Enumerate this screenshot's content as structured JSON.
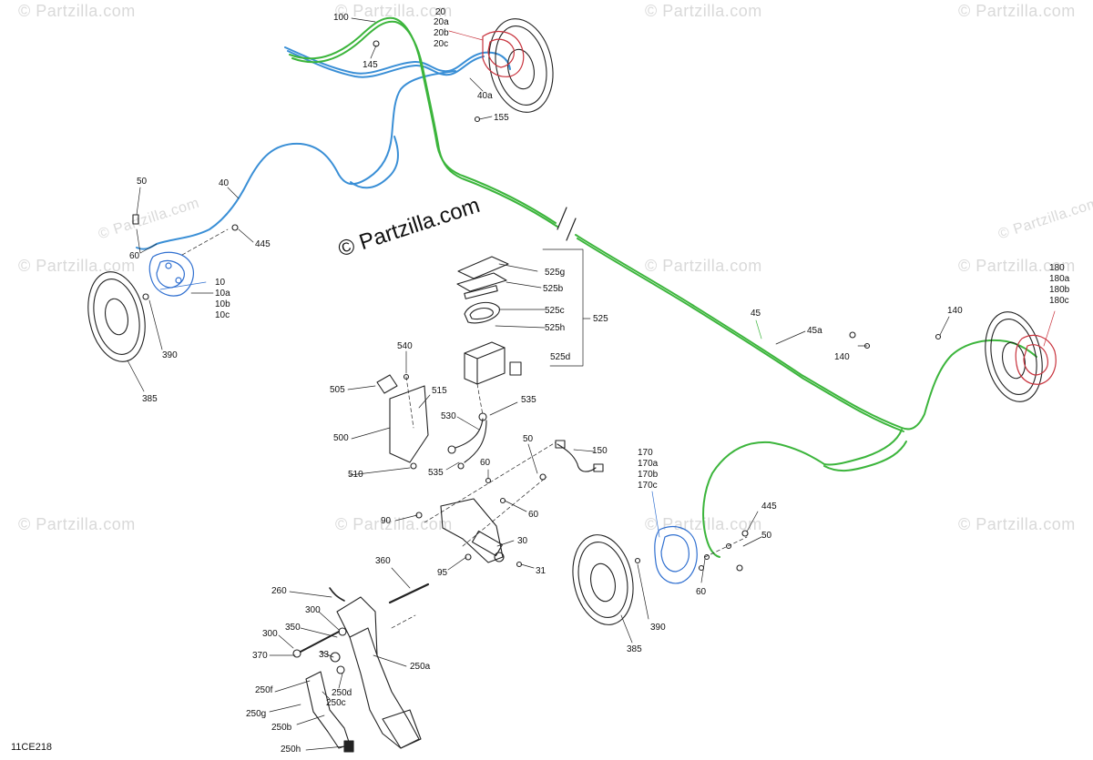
{
  "watermark": "© Partzilla.com",
  "brand_mark": "© Partzilla.com",
  "diagram_code": "11CE218",
  "labels": {
    "l100": "100",
    "l145": "145",
    "l20": "20",
    "l20a": "20a",
    "l20b": "20b",
    "l20c": "20c",
    "l40a": "40a",
    "l155": "155",
    "l40": "40",
    "l50a": "50",
    "l60a": "60",
    "l445a": "445",
    "l10": "10",
    "l10a": "10a",
    "l10b": "10b",
    "l10c": "10c",
    "l390a": "390",
    "l385a": "385",
    "l525g": "525g",
    "l525b": "525b",
    "l525c": "525c",
    "l525h": "525h",
    "l525": "525",
    "l525d": "525d",
    "l540": "540",
    "l505": "505",
    "l515": "515",
    "l535a": "535",
    "l530": "530",
    "l500": "500",
    "l510": "510",
    "l535b": "535",
    "l50b": "50",
    "l60b": "60",
    "l150": "150",
    "l60c": "60",
    "l90": "90",
    "l30": "30",
    "l95": "95",
    "l31": "31",
    "l360": "360",
    "l260": "260",
    "l300a": "300",
    "l350": "350",
    "l300b": "300",
    "l370": "370",
    "l33": "33",
    "l250a": "250a",
    "l250d": "250d",
    "l250f": "250f",
    "l250c": "250c",
    "l250g": "250g",
    "l250b": "250b",
    "l250h": "250h",
    "l45": "45",
    "l45a": "45a",
    "l140a": "140",
    "l140b": "140",
    "l180": "180",
    "l180a": "180a",
    "l180b": "180b",
    "l180c": "180c",
    "l170": "170",
    "l170a": "170a",
    "l170b": "170b",
    "l170c": "170c",
    "l445b": "445",
    "l50c": "50",
    "l60d": "60",
    "l390b": "390",
    "l385b": "385"
  },
  "colors": {
    "blue_line": "#3a8fd6",
    "green_line": "#3cb53c",
    "red_caliper": "#c8323c",
    "blue_caliper": "#2f6fd0",
    "part_line": "#222222"
  }
}
